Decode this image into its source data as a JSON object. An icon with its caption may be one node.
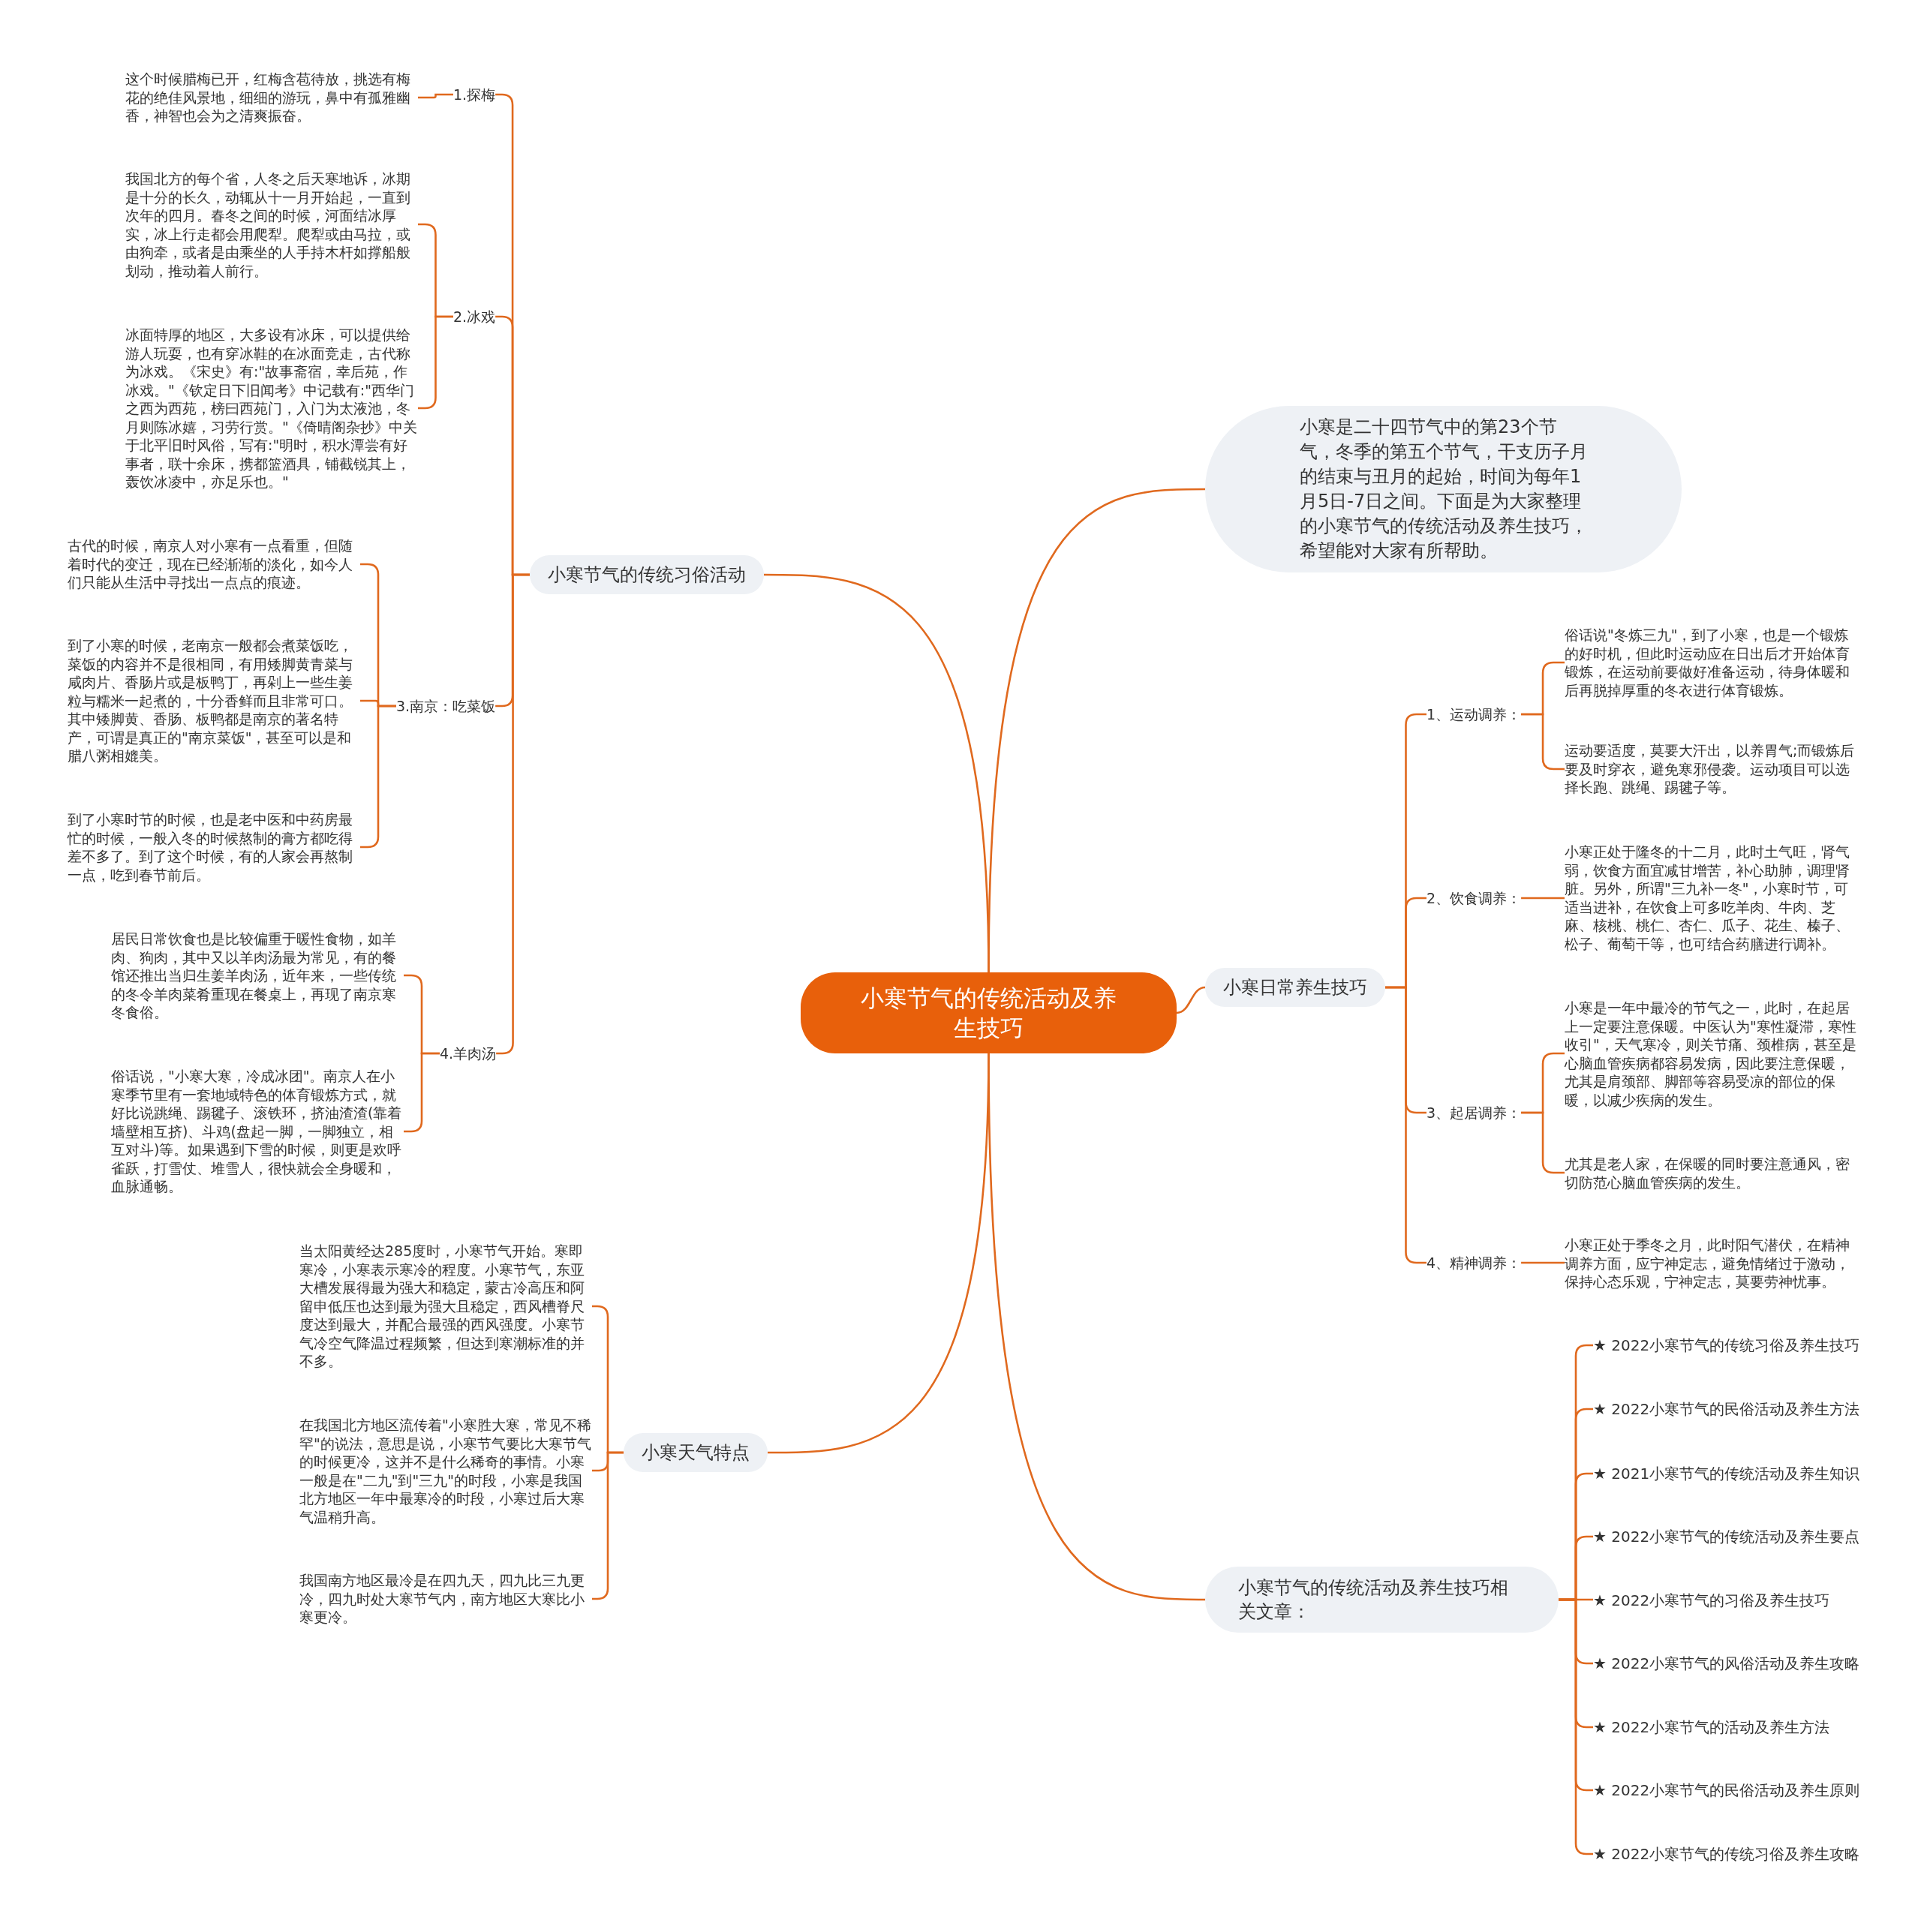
{
  "diagram": {
    "nodes": [
      {
        "text": [
          "小寒节气的传统活动及养生技巧"
        ]
      },
      {
        "text": [
          "小寒节气的传统习俗活动"
        ]
      },
      {
        "text": [
          "1.探梅"
        ]
      },
      {
        "text": [
          "这个时候腊梅已开，红梅含苞待放，挑选有梅花的绝佳风景地，细细的游玩，鼻中有孤雅幽香，神智也会为之清爽振奋。"
        ]
      },
      {
        "text": [
          "2.冰戏"
        ]
      },
      {
        "text": [
          "我国北方的每个省，人冬之后天寒地诉，冰期是十分的长久，动辄从十一月开始起，一直到次年的四月。春冬之间的时候，河面结冰厚实，冰上行走都会用爬犁。爬犁或由马拉，或由狗牵，或者是由乘坐的人手持木杆如撑船般划动，推动着人前行。"
        ]
      },
      {
        "text": [
          "冰面特厚的地区，大多设有冰床，可以提供给游人玩耍，也有穿冰鞋的在冰面竞走，古代称为冰戏。《宋史》有:\"故事斋宿，幸后苑，作冰戏。\"《钦定日下旧闻考》中记载有:\"西华门之西为西苑，榜曰西苑门，入门为太液池，冬月则陈冰嬉，习劳行赏。\"《倚晴阁杂抄》中关于北平旧时风俗，写有:\"明时，积水潭尝有好事者，联十余床，携都篮酒具，铺截锐其上，轰饮冰凌中，亦足乐也。\""
        ]
      },
      {
        "text": [
          "3.南京：吃菜饭"
        ]
      },
      {
        "text": [
          "古代的时候，南京人对小寒有一点看重，但随着时代的变迁，现在已经渐渐的淡化，如今人们只能从生活中寻找出一点点的痕迹。"
        ]
      },
      {
        "text": [
          "到了小寒的时候，老南京一般都会煮菜饭吃，菜饭的内容并不是很相同，有用矮脚黄青菜与咸肉片、香肠片或是板鸭丁，再剁上一些生姜粒与糯米一起煮的，十分香鲜而且非常可口。其中矮脚黄、香肠、板鸭都是南京的著名特产，可谓是真正的\"南京菜饭\"，甚至可以是和腊八粥相媲美。"
        ]
      },
      {
        "text": [
          "到了小寒时节的时候，也是老中医和中药房最忙的时候，一般入冬的时候熬制的膏方都吃得差不多了。到了这个时候，有的人家会再熬制一点，吃到春节前后。"
        ]
      },
      {
        "text": [
          "4.羊肉汤"
        ]
      },
      {
        "text": [
          "居民日常饮食也是比较偏重于暖性食物，如羊肉、狗肉，其中又以羊肉汤最为常见，有的餐馆还推出当归生姜羊肉汤，近年来，一些传统的冬令羊肉菜肴重现在餐桌上，再现了南京寒冬食俗。"
        ]
      },
      {
        "text": [
          "俗话说，\"小寒大寒，冷成冰团\"。南京人在小寒季节里有一套地域特色的体育锻炼方式，就好比说跳绳、踢毽子、滚铁环，挤油渣渣(靠着墙壁相互挤)、斗鸡(盘起一脚，一脚独立，相互对斗)等。如果遇到下雪的时候，则更是欢呼雀跃，打雪仗、堆雪人，很快就会全身暖和，血脉通畅。"
        ]
      },
      {
        "text": [
          "小寒天气特点"
        ]
      },
      {
        "text": [
          "当太阳黄经达285度时，小寒节气开始。寒即寒冷，小寒表示寒冷的程度。小寒节气，东亚大槽发展得最为强大和稳定，蒙古冷高压和阿留申低压也达到最为强大且稳定，西风槽脊尺度达到最大，并配合最强的西风强度。小寒节气冷空气降温过程频繁，但达到寒潮标准的并不多。"
        ]
      },
      {
        "text": [
          "在我国北方地区流传着\"小寒胜大寒，常见不稀罕\"的说法，意思是说，小寒节气要比大寒节气的时候更冷，这并不是什么稀奇的事情。小寒一般是在\"二九\"到\"三九\"的时段，小寒是我国北方地区一年中最寒冷的时段，小寒过后大寒气温稍升高。"
        ]
      },
      {
        "text": [
          "我国南方地区最冷是在四九天，四九比三九更冷，四九时处大寒节气内，南方地区大寒比小寒更冷。"
        ]
      },
      {
        "text": [
          "小寒是二十四节气中的第23个节气，冬季的第五个节气，干支历子月的结束与丑月的起始，时间为每年1月5日-7日之间。下面是为大家整理的小寒节气的传统活动及养生技巧，希望能对大家有所帮助。"
        ]
      },
      {
        "text": [
          "小寒日常养生技巧"
        ]
      },
      {
        "text": [
          "1、运动调养："
        ]
      },
      {
        "text": [
          "俗话说\"冬炼三九\"，到了小寒，也是一个锻炼的好时机，但此时运动应在日出后才开始体育锻炼，在运动前要做好准备运动，待身体暖和后再脱掉厚重的冬衣进行体育锻炼。"
        ]
      },
      {
        "text": [
          "运动要适度，莫要大汗出，以养胃气;而锻炼后要及时穿衣，避免寒邪侵袭。运动项目可以选择长跑、跳绳、踢毽子等。"
        ]
      },
      {
        "text": [
          "2、饮食调养："
        ]
      },
      {
        "text": [
          "小寒正处于隆冬的十二月，此时土气旺，肾气弱，饮食方面宜减甘增苦，补心助肺，调理肾脏。另外，所谓\"三九补一冬\"，小寒时节，可适当进补，在饮食上可多吃羊肉、牛肉、芝麻、核桃、桃仁、杏仁、瓜子、花生、榛子、松子、葡萄干等，也可结合药膳进行调补。"
        ]
      },
      {
        "text": [
          "3、起居调养："
        ]
      },
      {
        "text": [
          "小寒是一年中最冷的节气之一，此时，在起居上一定要注意保暖。中医认为\"寒性凝滞，寒性收引\"，天气寒冷，则关节痛、颈椎病，甚至是心脑血管疾病都容易发病，因此要注意保暖，尤其是肩颈部、脚部等容易受凉的部位的保暖，以减少疾病的发生。"
        ]
      },
      {
        "text": [
          "尤其是老人家，在保暖的同时要注意通风，密切防范心脑血管疾病的发生。"
        ]
      },
      {
        "text": [
          "4、精神调养："
        ]
      },
      {
        "text": [
          "小寒正处于季冬之月，此时阳气潜伏，在精神调养方面，应宁神定志，避免情绪过于激动，保持心态乐观，宁神定志，莫要劳神忧事。"
        ]
      },
      {
        "text": [
          "小寒节气的传统活动及养生技巧相关文章："
        ]
      },
      {
        "text": [
          "★ 2022小寒节气的传统习俗及养生技巧"
        ]
      },
      {
        "text": [
          "★ 2022小寒节气的民俗活动及养生方法"
        ]
      },
      {
        "text": [
          "★ 2021小寒节气的传统活动及养生知识"
        ]
      },
      {
        "text": [
          "★ 2022小寒节气的传统活动及养生要点"
        ]
      },
      {
        "text": [
          "★ 2022小寒节气的习俗及养生技巧"
        ]
      },
      {
        "text": [
          "★ 2022小寒节气的风俗活动及养生攻略"
        ]
      },
      {
        "text": [
          "★ 2022小寒节气的活动及养生方法"
        ]
      },
      {
        "text": [
          "★ 2022小寒节气的民俗活动及养生原则"
        ]
      },
      {
        "text": [
          "★ 2022小寒节气的传统习俗及养生攻略"
        ]
      }
    ],
    "edges": [
      {
        "from": 0,
        "to": 1,
        "arrow": "none"
      },
      {
        "from": 1,
        "to": 2,
        "arrow": "none"
      },
      {
        "from": 2,
        "to": 3,
        "arrow": "none"
      },
      {
        "from": 1,
        "to": 4,
        "arrow": "none"
      },
      {
        "from": 4,
        "to": 5,
        "arrow": "none"
      },
      {
        "from": 4,
        "to": 6,
        "arrow": "none"
      },
      {
        "from": 1,
        "to": 7,
        "arrow": "none"
      },
      {
        "from": 7,
        "to": 8,
        "arrow": "none"
      },
      {
        "from": 7,
        "to": 9,
        "arrow": "none"
      },
      {
        "from": 7,
        "to": 10,
        "arrow": "none"
      },
      {
        "from": 1,
        "to": 11,
        "arrow": "none"
      },
      {
        "from": 11,
        "to": 12,
        "arrow": "none"
      },
      {
        "from": 11,
        "to": 13,
        "arrow": "none"
      },
      {
        "from": 0,
        "to": 14,
        "arrow": "none"
      },
      {
        "from": 14,
        "to": 15,
        "arrow": "none"
      },
      {
        "from": 14,
        "to": 16,
        "arrow": "none"
      },
      {
        "from": 14,
        "to": 17,
        "arrow": "none"
      },
      {
        "from": 0,
        "to": 18,
        "arrow": "none"
      },
      {
        "from": 0,
        "to": 19,
        "arrow": "none"
      },
      {
        "from": 19,
        "to": 20,
        "arrow": "none"
      },
      {
        "from": 20,
        "to": 21,
        "arrow": "none"
      },
      {
        "from": 20,
        "to": 22,
        "arrow": "none"
      },
      {
        "from": 19,
        "to": 23,
        "arrow": "none"
      },
      {
        "from": 23,
        "to": 24,
        "arrow": "none"
      },
      {
        "from": 19,
        "to": 25,
        "arrow": "none"
      },
      {
        "from": 25,
        "to": 26,
        "arrow": "none"
      },
      {
        "from": 25,
        "to": 27,
        "arrow": "none"
      },
      {
        "from": 19,
        "to": 28,
        "arrow": "none"
      },
      {
        "from": 28,
        "to": 29,
        "arrow": "none"
      },
      {
        "from": 0,
        "to": 30,
        "arrow": "none"
      },
      {
        "from": 30,
        "to": 31,
        "arrow": "none"
      },
      {
        "from": 30,
        "to": 32,
        "arrow": "none"
      },
      {
        "from": 30,
        "to": 33,
        "arrow": "none"
      },
      {
        "from": 30,
        "to": 34,
        "arrow": "none"
      },
      {
        "from": 30,
        "to": 35,
        "arrow": "none"
      },
      {
        "from": 30,
        "to": 36,
        "arrow": "none"
      },
      {
        "from": 30,
        "to": 37,
        "arrow": "none"
      },
      {
        "from": 30,
        "to": 38,
        "arrow": "none"
      },
      {
        "from": 30,
        "to": 39,
        "arrow": "none"
      }
    ]
  }
}
